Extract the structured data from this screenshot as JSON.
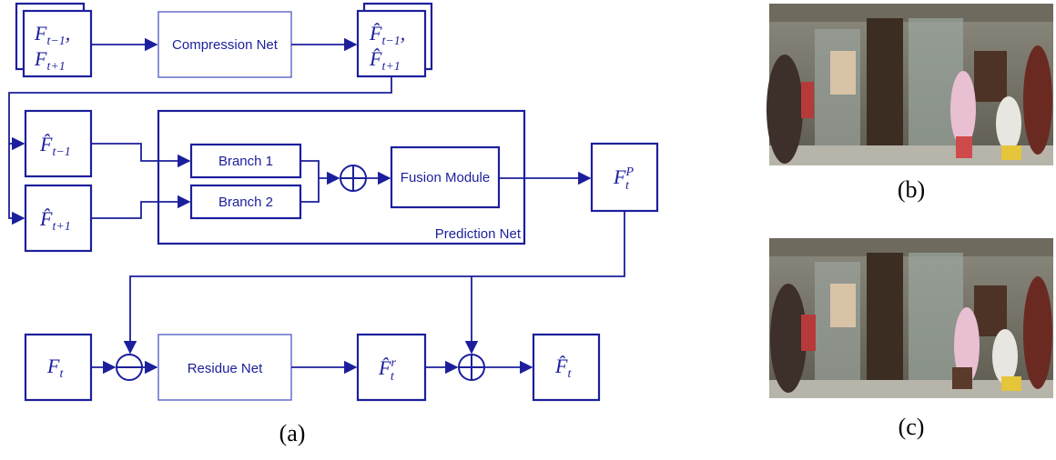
{
  "diagram": {
    "compression_net": "Compression Net",
    "prediction_net": "Prediction Net",
    "branch1": "Branch 1",
    "branch2": "Branch 2",
    "fusion_module": "Fusion Module",
    "residue_net": "Residue Net"
  },
  "captions": {
    "a": "(a)",
    "b": "(b)",
    "c": "(c)"
  },
  "colors": {
    "diagram_blue": "#1b1f9c"
  }
}
